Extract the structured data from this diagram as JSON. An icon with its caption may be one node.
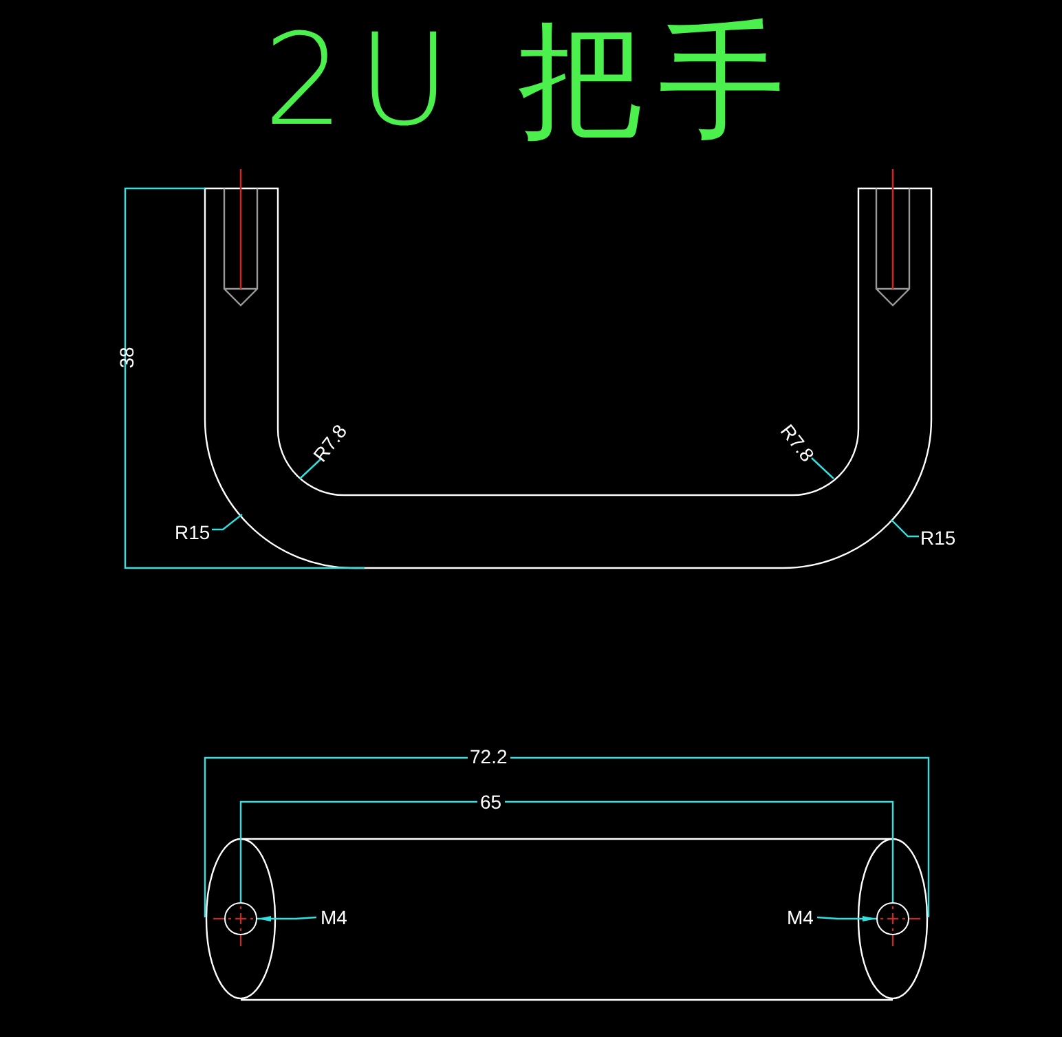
{
  "diagram": {
    "title": "2U 把手",
    "nodes": [
      {
        "text": [
          "M4"
        ]
      },
      {
        "text": [],
        "shape": "circle"
      },
      {
        "text": [
          "M4"
        ]
      },
      {
        "text": [],
        "shape": "circle"
      }
    ],
    "edges": [
      {
        "from": 0,
        "to": 1,
        "arrow": "to"
      },
      {
        "from": 2,
        "to": 3,
        "arrow": "to"
      }
    ],
    "labels": [
      "38",
      "R7.8",
      "R7.8",
      "R15",
      "R15",
      "72.2",
      "65"
    ]
  }
}
